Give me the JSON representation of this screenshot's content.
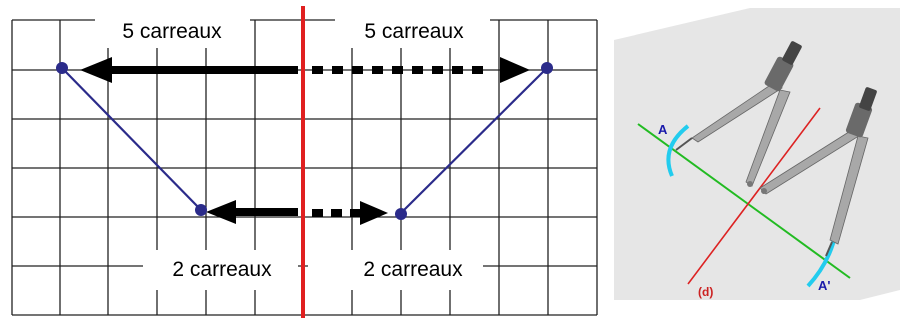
{
  "grid_figure": {
    "top_left_label": "5 carreaux",
    "top_right_label": "5 carreaux",
    "bottom_left_label": "2 carreaux",
    "bottom_right_label": "2 carreaux",
    "colors": {
      "grid": "#222222",
      "axis": "#e02020",
      "segment": "#2b2b8a",
      "point": "#2b2b8a",
      "arrow": "#000000"
    }
  },
  "compass_figure": {
    "point_a_label": "A",
    "point_a_prime_label": "A'",
    "line_label": "(d)",
    "colors": {
      "background_tile": "#e6e6e6",
      "perpendicular_line": "#22bb22",
      "symmetry_axis": "#dd2222",
      "arc": "#22ccee",
      "compass_body": "#a8a8a8",
      "compass_dark": "#555555",
      "point_label": "#1a1aaa",
      "line_label": "#cc2222"
    }
  }
}
